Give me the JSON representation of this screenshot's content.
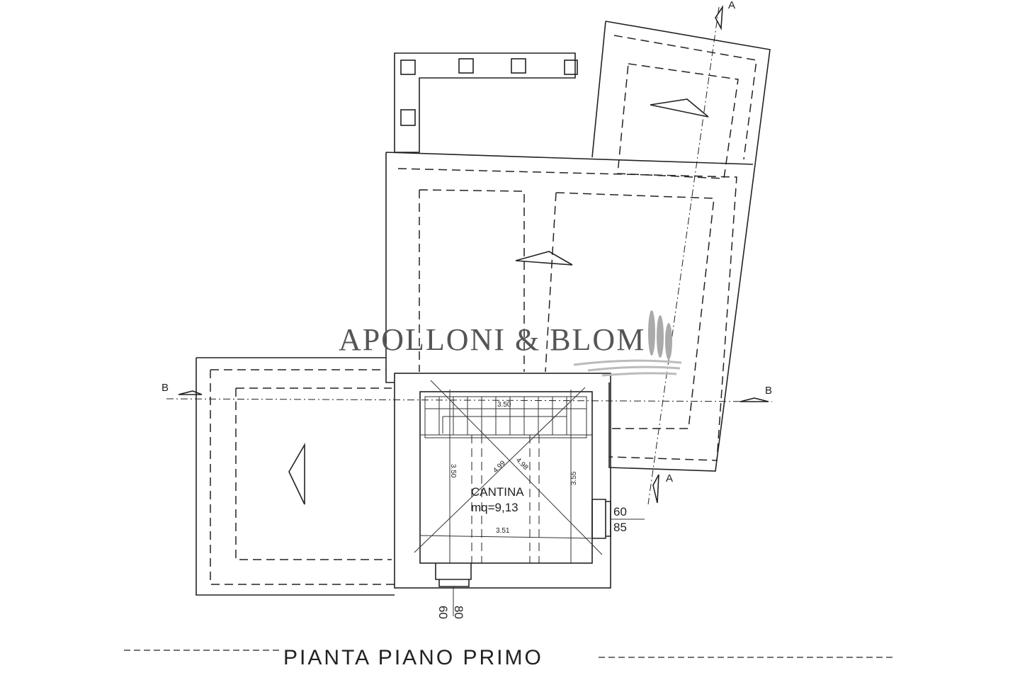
{
  "plan": {
    "title": "PIANTA PIANO PRIMO",
    "room": {
      "name": "CANTINA",
      "area": "mq=9,13"
    },
    "dimensions": {
      "top": "3.50",
      "bottom": "3.51",
      "left": "3.50",
      "right": "3.55",
      "diag1": "4.99",
      "diag2": "4.98"
    },
    "window_right": {
      "w": "60",
      "h": "85"
    },
    "window_bottom": {
      "w": "60",
      "h": "80"
    },
    "section_a": "A",
    "section_b": "B"
  },
  "watermark": {
    "text": "APOLLONI & BLOM"
  }
}
